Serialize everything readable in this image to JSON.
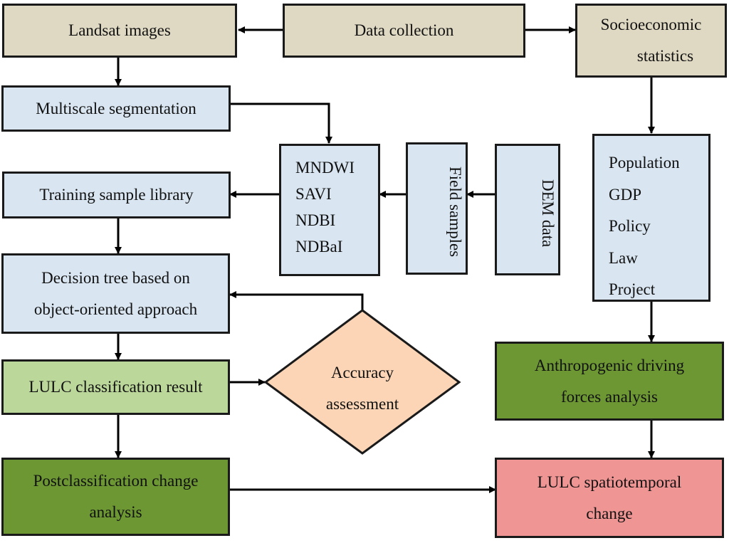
{
  "diagram": {
    "nodes": {
      "landsat": {
        "label": "Landsat images"
      },
      "data_collection": {
        "label": "Data collection"
      },
      "socio": {
        "lines": [
          "Socioeconomic",
          "statistics"
        ]
      },
      "multiscale": {
        "label": "Multiscale segmentation"
      },
      "indices": {
        "items": [
          "MNDWI",
          "SAVI",
          "NDBI",
          "NDBaI"
        ]
      },
      "field_samples": {
        "label": "Field samples"
      },
      "dem": {
        "label": "DEM data"
      },
      "factors": {
        "items": [
          "Population",
          "GDP",
          "Policy",
          "Law",
          "Project"
        ]
      },
      "training": {
        "label": "Training sample library"
      },
      "decision_tree": {
        "lines": [
          "Decision tree based on",
          "object-oriented approach"
        ]
      },
      "lulc_result": {
        "label": "LULC classification result"
      },
      "accuracy": {
        "lines": [
          "Accuracy",
          "assessment"
        ]
      },
      "anthropogenic": {
        "lines": [
          "Anthropogenic driving",
          "forces analysis"
        ]
      },
      "postclass": {
        "lines": [
          "Postclassification change",
          "analysis"
        ]
      },
      "spatiotemporal": {
        "lines": [
          "LULC spatiotemporal",
          "change"
        ]
      }
    },
    "edges": [
      {
        "from": "data_collection",
        "to": "landsat"
      },
      {
        "from": "data_collection",
        "to": "socio"
      },
      {
        "from": "landsat",
        "to": "multiscale"
      },
      {
        "from": "multiscale",
        "to": "indices"
      },
      {
        "from": "socio",
        "to": "factors"
      },
      {
        "from": "indices",
        "to": "training"
      },
      {
        "from": "field_samples",
        "to": "indices"
      },
      {
        "from": "dem",
        "to": "field_samples"
      },
      {
        "from": "training",
        "to": "decision_tree"
      },
      {
        "from": "accuracy",
        "to": "decision_tree"
      },
      {
        "from": "decision_tree",
        "to": "lulc_result"
      },
      {
        "from": "lulc_result",
        "to": "accuracy"
      },
      {
        "from": "lulc_result",
        "to": "postclass"
      },
      {
        "from": "factors",
        "to": "anthropogenic"
      },
      {
        "from": "anthropogenic",
        "to": "spatiotemporal"
      },
      {
        "from": "postclass",
        "to": "spatiotemporal"
      }
    ],
    "colors": {
      "source": "#dfd9c3",
      "process": "#d9e6f2",
      "result": "#bcd79a",
      "analysis": "#6c9733",
      "assessment": "#fbd5b5",
      "final": "#ef9594"
    }
  }
}
